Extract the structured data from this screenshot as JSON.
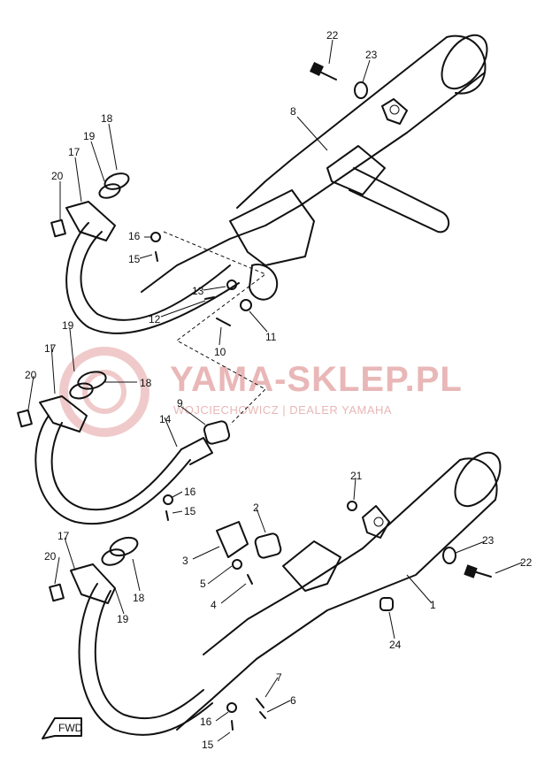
{
  "watermark": {
    "brand": "YAMA-SKLEP.PL",
    "subtitle": "WOJCIECHOWICZ | DEALER YAMAHA",
    "color": "#e9b7b7"
  },
  "fwd_marker": "FWD",
  "callouts": [
    "22",
    "23",
    "8",
    "18",
    "19",
    "17",
    "20",
    "16",
    "15",
    "13",
    "12",
    "9",
    "10",
    "11",
    "19",
    "17",
    "20",
    "18",
    "14",
    "16",
    "15",
    "21",
    "2",
    "3",
    "5",
    "4",
    "23",
    "22",
    "17",
    "20",
    "18",
    "19",
    "1",
    "24",
    "7",
    "6",
    "16",
    "15"
  ]
}
